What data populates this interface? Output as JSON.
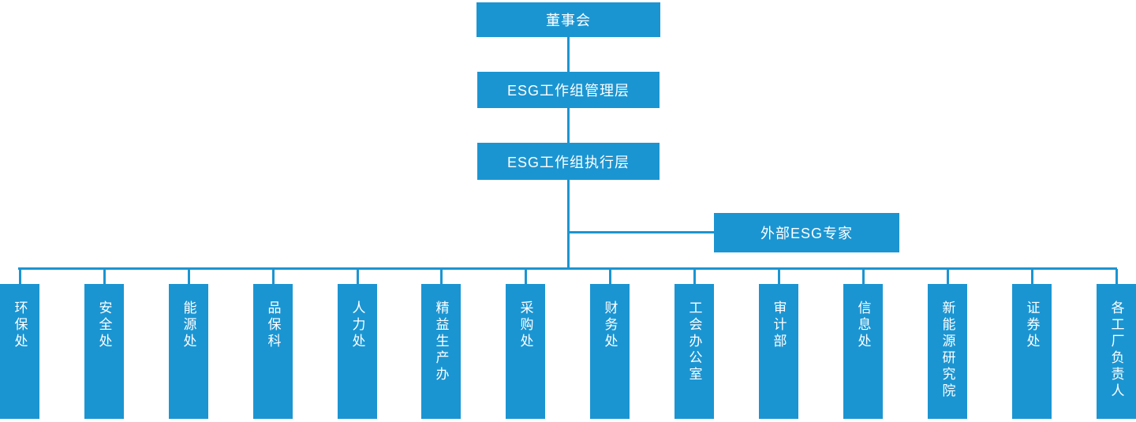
{
  "diagram": {
    "title": "ESG governance organization chart",
    "root": "董事会",
    "level2": "ESG工作组管理层",
    "level3": "ESG工作组执行层",
    "advisor": "外部ESG专家",
    "departments": [
      "环保处",
      "安全处",
      "能源处",
      "品保科",
      "人力处",
      "精益生产办",
      "采购处",
      "财务处",
      "工会办公室",
      "审计部",
      "信息处",
      "新能源研究院",
      "证券处",
      "各工厂负责人"
    ]
  },
  "colors": {
    "node_fill": "#1b95d2",
    "connector": "#1b95d2",
    "node_text": "#ffffff",
    "background": "#ffffff"
  }
}
